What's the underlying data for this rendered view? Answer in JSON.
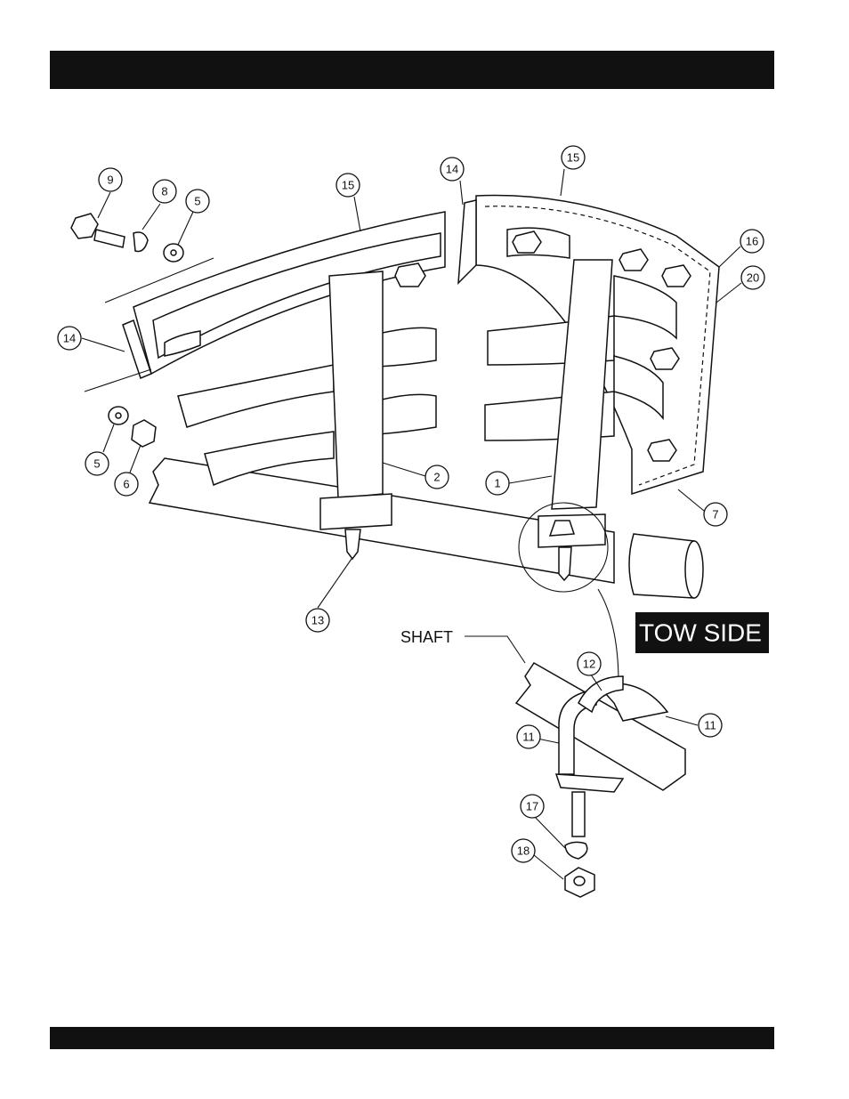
{
  "labels": {
    "tow_side": "TOW  SIDE",
    "shaft": "SHAFT"
  },
  "callouts": [
    {
      "id": "c9",
      "num": "9"
    },
    {
      "id": "c8",
      "num": "8"
    },
    {
      "id": "c5a",
      "num": "5"
    },
    {
      "id": "c15a",
      "num": "15"
    },
    {
      "id": "c14a",
      "num": "14"
    },
    {
      "id": "c15b",
      "num": "15"
    },
    {
      "id": "c16",
      "num": "16"
    },
    {
      "id": "c20",
      "num": "20"
    },
    {
      "id": "c14b",
      "num": "14"
    },
    {
      "id": "c5b",
      "num": "5"
    },
    {
      "id": "c6",
      "num": "6"
    },
    {
      "id": "c2",
      "num": "2"
    },
    {
      "id": "c1",
      "num": "1"
    },
    {
      "id": "c7",
      "num": "7"
    },
    {
      "id": "c13",
      "num": "13"
    },
    {
      "id": "c12",
      "num": "12"
    },
    {
      "id": "c11a",
      "num": "11"
    },
    {
      "id": "c11b",
      "num": "11"
    },
    {
      "id": "c17",
      "num": "17"
    },
    {
      "id": "c18",
      "num": "18"
    }
  ]
}
